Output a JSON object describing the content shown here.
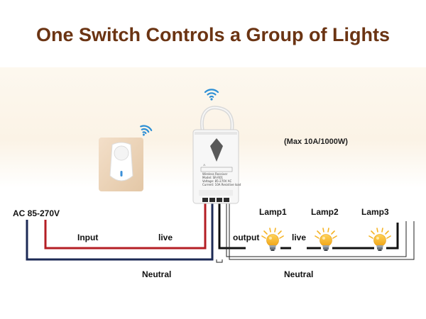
{
  "title": "One Switch Controls a Group of Lights",
  "rating": "(Max 10A/1000W)",
  "power": {
    "source_label": "AC 85-270V",
    "input_label": "Input",
    "live_label": "live",
    "neutral_label": "Neutral"
  },
  "load": {
    "output_label": "output",
    "live_label": "live",
    "neutral_label": "Neutral",
    "lamps": [
      "Lamp1",
      "Lamp2",
      "Lamp3"
    ]
  },
  "receiver": {
    "title": "Wireless Receiver",
    "model": "Model: SR-R01",
    "voltage": "Voltage: 85-270V AC",
    "current": "Current: 10A Resistive load"
  },
  "colors": {
    "title": "#6b3413",
    "live_wire": "#b41e24",
    "neutral_wire": "#1c2a55",
    "load_wire": "#111111",
    "lamp": "#f5b324",
    "wifi": "#2d8fd5"
  },
  "icons": [
    "wifi-icon",
    "wall-switch",
    "receiver-device",
    "lamp-icon"
  ]
}
